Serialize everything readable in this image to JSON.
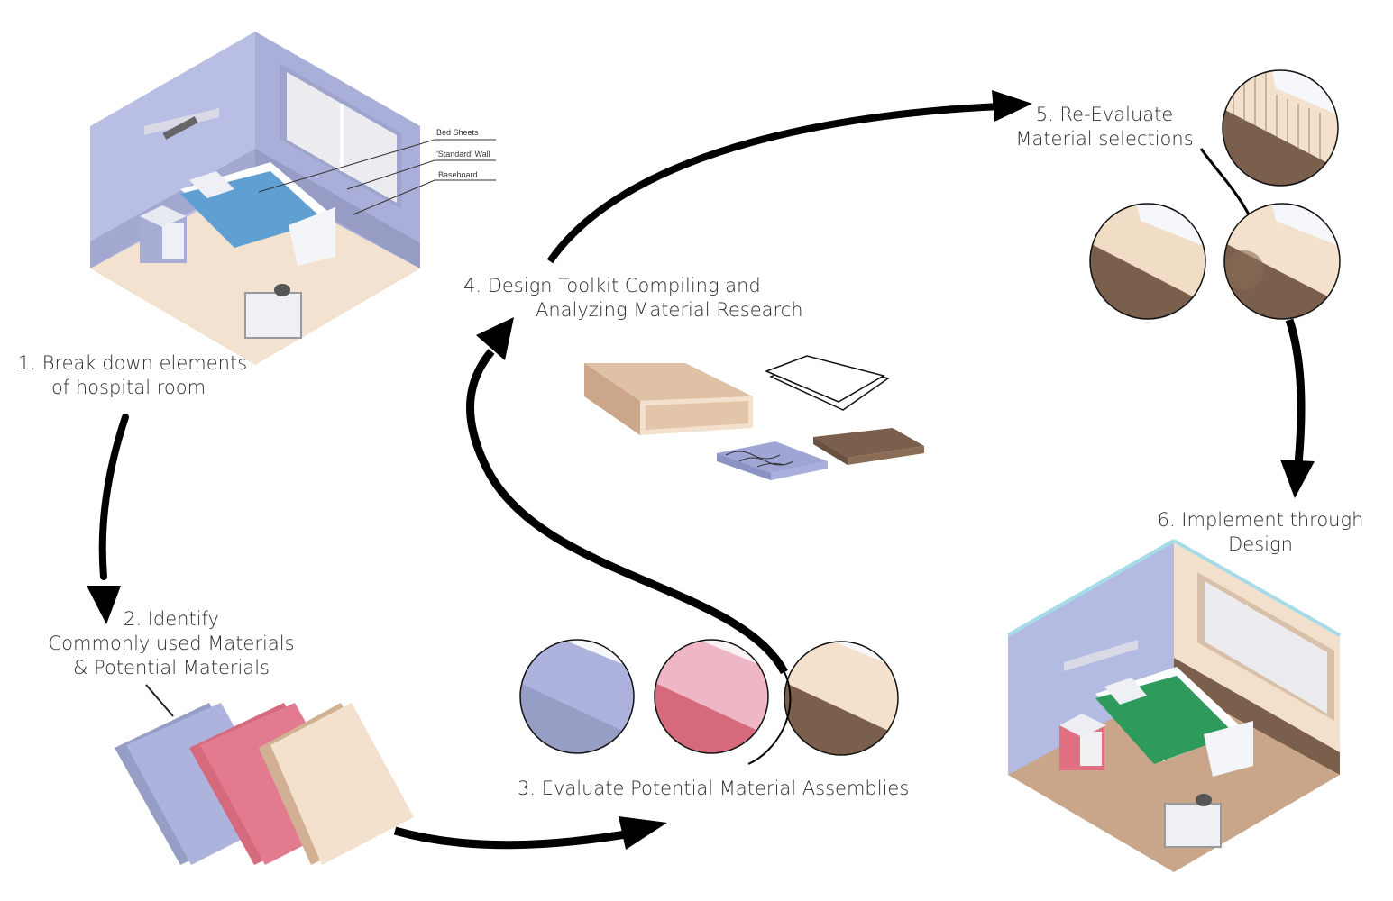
{
  "steps": [
    {
      "id": 1,
      "lines": [
        "1. Break down elements",
        "of hospital room"
      ]
    },
    {
      "id": 2,
      "lines": [
        "2. Identify",
        "Commonly used Materials",
        "& Potential Materials"
      ]
    },
    {
      "id": 3,
      "lines": [
        "3. Evaluate Potential Material Assemblies"
      ]
    },
    {
      "id": 4,
      "lines": [
        "4. Design Toolkit Compiling and",
        "Analyzing Material Research"
      ]
    },
    {
      "id": 5,
      "lines": [
        "5. Re-Evaluate",
        "Material selections"
      ]
    },
    {
      "id": 6,
      "lines": [
        "6. Implement through",
        "Design"
      ]
    }
  ],
  "room_callouts": [
    "Bed Sheets",
    "'Standard' Wall",
    "Baseboard"
  ],
  "colors": {
    "lavender": "#aeb4dc",
    "lavender_dark": "#979ec6",
    "pink": "#e27b8f",
    "pink_dark": "#d46a7c",
    "cream": "#f4e1cd",
    "tan": "#d2b093",
    "brown": "#7a5f4c",
    "bed_blue": "#5f9fd2",
    "bed_green": "#2e9a5c",
    "arrow": "#000000"
  }
}
